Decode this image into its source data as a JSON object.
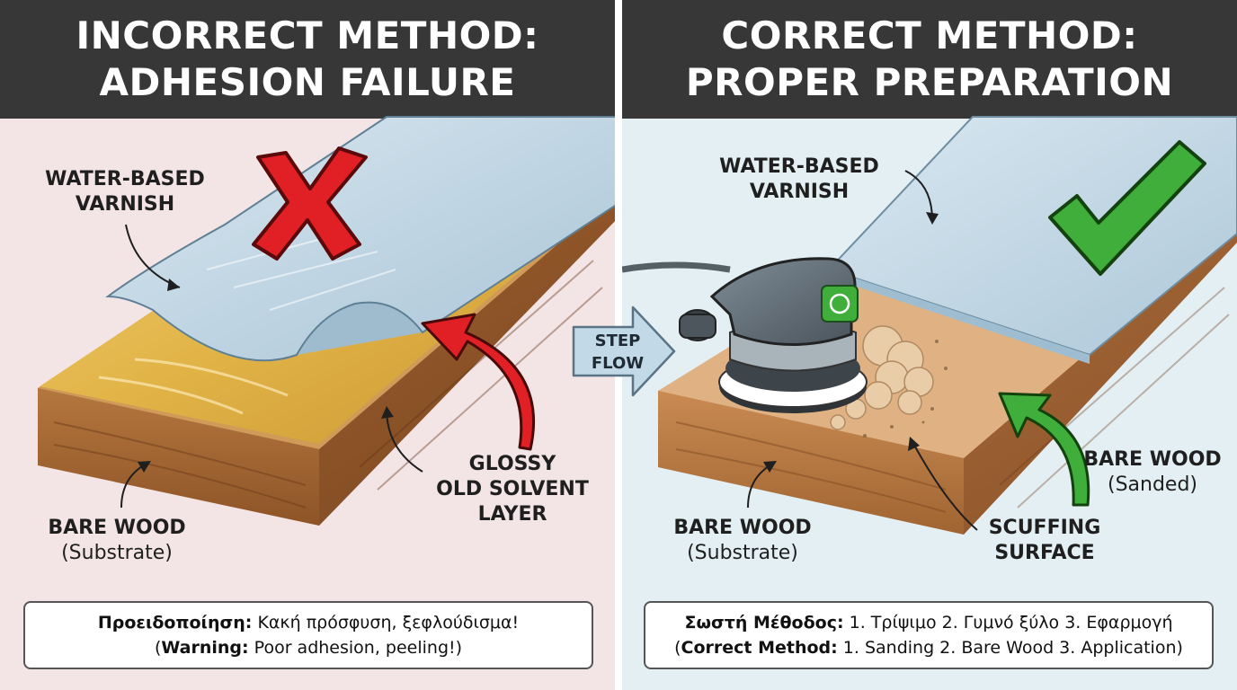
{
  "left": {
    "title_line1": "INCORRECT METHOD:",
    "title_line2": "ADHESION FAILURE",
    "labels": {
      "varnish_line1": "WATER-BASED",
      "varnish_line2": "VARNISH",
      "glossy_line1": "GLOSSY",
      "glossy_line2": "OLD SOLVENT",
      "glossy_line3": "LAYER",
      "wood": "BARE WOOD",
      "wood_sub": "(Substrate)"
    },
    "note": {
      "greek_bold": "Προειδοποίηση:",
      "greek_text": " Κακή πρόσφυση, ξεφλούδισμα!",
      "en_open": "(",
      "en_bold": "Warning:",
      "en_text": " Poor adhesion, peeling!)"
    },
    "mark_icon": "red-x-icon"
  },
  "right": {
    "title_line1": "CORRECT METHOD:",
    "title_line2": "PROPER PREPARATION",
    "labels": {
      "varnish_line1": "WATER-BASED",
      "varnish_line2": "VARNISH",
      "bare_line1": "BARE WOOD",
      "bare_sub": "(Sanded)",
      "wood": "BARE WOOD",
      "wood_sub": "(Substrate)",
      "scuff_line1": "SCUFFING",
      "scuff_line2": "SURFACE"
    },
    "note": {
      "greek_bold": "Σωστή Μέθοδος:",
      "greek_text": " 1. Τρίψιμο 2. Γυμνό ξύλο 3. Εφαρμογή",
      "en_open": "(",
      "en_bold": "Correct Method:",
      "en_text": " 1. Sanding 2. Bare Wood 3. Application)"
    },
    "mark_icon": "green-check-icon",
    "tool_icon": "orbital-sander-icon"
  },
  "step_flow": {
    "line1": "STEP",
    "line2": "FLOW",
    "icon": "right-arrow-icon"
  },
  "colors": {
    "header_bg": "#373737",
    "left_bg": "#f3e5e6",
    "right_bg": "#e3eff3",
    "wood": "#b87a45",
    "varnish": "#c3d8e6",
    "glossy_layer": "#e5be50",
    "warning_red": "#e02025",
    "success_green": "#3fae3a"
  }
}
